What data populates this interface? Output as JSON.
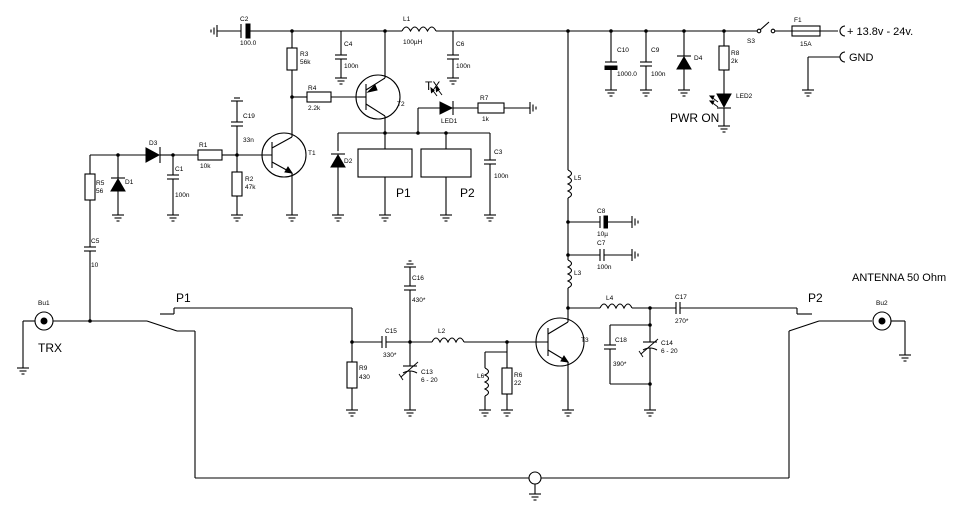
{
  "supply": {
    "voltage": "+ 13.8v -  24v.",
    "ground": "GND"
  },
  "power_indicator": "PWR ON",
  "tx_indicator": "TX",
  "antenna_label": "ANTENNA  50 Ohm",
  "connectors": {
    "bu1": "Bu1",
    "bu2": "Bu2",
    "trx": "TRX"
  },
  "relays": {
    "p1": "P1",
    "p2": "P2"
  },
  "components": {
    "c2": {
      "ref": "C2",
      "value": "100.0"
    },
    "l1": {
      "ref": "L1",
      "value": "100µH"
    },
    "c4": {
      "ref": "C4",
      "value": "100n"
    },
    "c6": {
      "ref": "C6",
      "value": "100n"
    },
    "r3": {
      "ref": "R3",
      "value": "56k"
    },
    "r4": {
      "ref": "R4",
      "value": "2.2k"
    },
    "t2": {
      "ref": "T2"
    },
    "led1": {
      "ref": "LED1"
    },
    "r7": {
      "ref": "R7",
      "value": "1k"
    },
    "c19": {
      "ref": "C19",
      "value": "33n"
    },
    "t1": {
      "ref": "T1"
    },
    "r1": {
      "ref": "R1",
      "value": "10k"
    },
    "r2": {
      "ref": "R2",
      "value": "47k"
    },
    "d3": {
      "ref": "D3"
    },
    "c1": {
      "ref": "C1",
      "value": "100n"
    },
    "d1": {
      "ref": "D1"
    },
    "r5": {
      "ref": "R5",
      "value": "56"
    },
    "c5": {
      "ref": "C5",
      "value": "10"
    },
    "d2": {
      "ref": "D2"
    },
    "c3": {
      "ref": "C3",
      "value": "100n"
    },
    "c10": {
      "ref": "C10",
      "value": "1000.0"
    },
    "c9": {
      "ref": "C9",
      "value": "100n"
    },
    "d4": {
      "ref": "D4"
    },
    "r8": {
      "ref": "R8",
      "value": "2k"
    },
    "led2": {
      "ref": "LED2"
    },
    "s3": {
      "ref": "S3"
    },
    "f1": {
      "ref": "F1",
      "value": "15A"
    },
    "l5": {
      "ref": "L5"
    },
    "c8": {
      "ref": "C8",
      "value": "10µ"
    },
    "c7": {
      "ref": "C7",
      "value": "100n"
    },
    "l3": {
      "ref": "L3"
    },
    "c16": {
      "ref": "C16",
      "value": "430*"
    },
    "c15": {
      "ref": "C15",
      "value": "330*"
    },
    "l2": {
      "ref": "L2"
    },
    "c13": {
      "ref": "C13",
      "value": "6 - 20"
    },
    "r9": {
      "ref": "R9",
      "value": "430"
    },
    "l6": {
      "ref": "L6"
    },
    "r6": {
      "ref": "R6",
      "value": "22"
    },
    "t3": {
      "ref": "T3"
    },
    "l4": {
      "ref": "L4"
    },
    "c17": {
      "ref": "C17",
      "value": "270*"
    },
    "c18": {
      "ref": "C18",
      "value": "390*"
    },
    "c14": {
      "ref": "C14",
      "value": "6 - 20"
    }
  }
}
